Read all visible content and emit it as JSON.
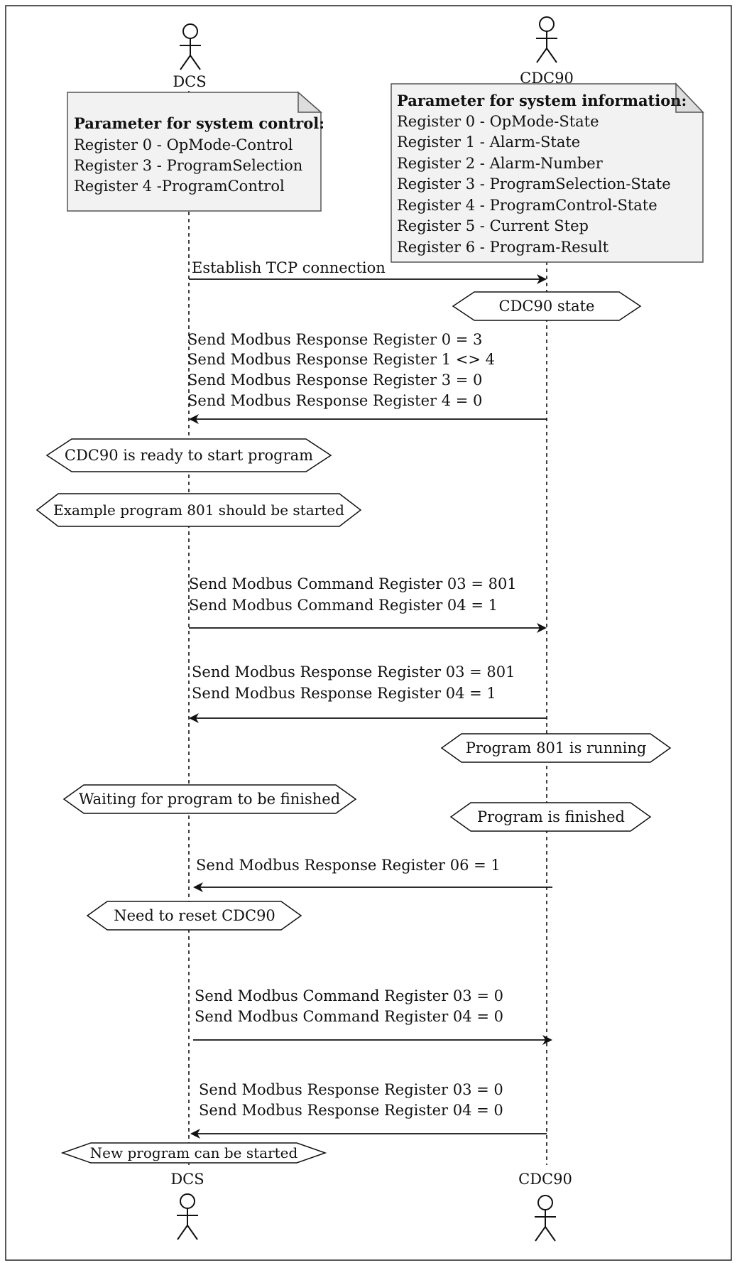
{
  "actors": {
    "dcs": {
      "name": "DCS"
    },
    "cdc90": {
      "name": "CDC90"
    }
  },
  "notes": {
    "control": {
      "title": "Parameter for system control:",
      "lines": [
        "Register 0 - OpMode-Control",
        "Register 3 - ProgramSelection",
        "Register 4 -ProgramControl"
      ]
    },
    "info": {
      "title": "Parameter for system information:",
      "lines": [
        "Register 0 - OpMode-State",
        "Register 1 - Alarm-State",
        "Register 2 - Alarm-Number",
        "Register 3 - ProgramSelection-State",
        "Register 4 - ProgramControl-State",
        "Register 5 - Current Step",
        "Register 6 - Program-Result"
      ]
    }
  },
  "messages": [
    {
      "direction": "to-cdc90",
      "lines": [
        "Establish TCP connection"
      ]
    },
    {
      "direction": "to-dcs",
      "lines": [
        "Send Modbus Response Register 0 = 3",
        "Send Modbus Response Register 1 <> 4",
        "Send Modbus Response Register 3 = 0",
        "Send Modbus Response Register 4 = 0"
      ]
    },
    {
      "direction": "to-cdc90",
      "lines": [
        "Send Modbus Command Register 03 = 801",
        "Send Modbus Command Register 04 = 1"
      ]
    },
    {
      "direction": "to-dcs",
      "lines": [
        "Send Modbus Response Register 03 = 801",
        "Send Modbus Response Register 04 = 1"
      ]
    },
    {
      "direction": "to-dcs",
      "lines": [
        "Send Modbus Response Register 06 = 1"
      ]
    },
    {
      "direction": "to-cdc90",
      "lines": [
        "Send Modbus Command Register 03 = 0",
        "Send Modbus Command Register 04 = 0"
      ]
    },
    {
      "direction": "to-dcs",
      "lines": [
        "Send Modbus Response Register 03 = 0",
        "Send Modbus Response Register 04 = 0"
      ]
    }
  ],
  "states": [
    "CDC90 state",
    "CDC90 is ready to start program",
    "Example program 801 should be started",
    "Program 801 is running",
    "Waiting for program to be finished",
    "Program is finished",
    "Need to reset CDC90",
    "New program can be started"
  ]
}
